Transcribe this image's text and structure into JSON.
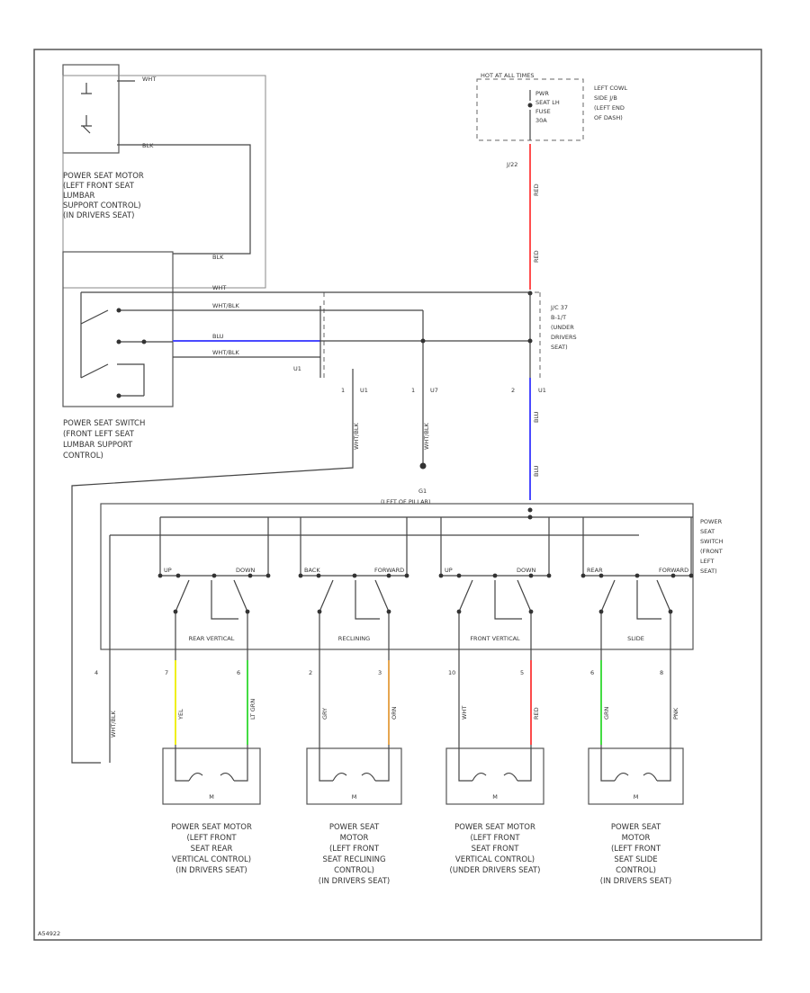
{
  "labels": {
    "fuse_title": "HOT AT ALL TIMES",
    "fuse_name_lines": [
      "PWR",
      "SEAT LH",
      "FUSE",
      "30A"
    ],
    "fuse_loc_lines": [
      "LEFT COWL",
      "SIDE J/B",
      "(LEFT END",
      "OF DASH)"
    ],
    "fuse_pin": "J/22",
    "junction_lines": [
      "J/C 37",
      "B-1/T",
      "(UNDER",
      "DRIVERS",
      "SEAT)"
    ],
    "lumbar_motor_lines": [
      "POWER SEAT MOTOR",
      "(LEFT FRONT SEAT",
      "LUMBAR",
      "SUPPORT CONTROL)",
      "(IN DRIVERS SEAT)"
    ],
    "lumbar_switch_lines": [
      "POWER SEAT SWITCH",
      "(FRONT LEFT SEAT",
      "LUMBAR SUPPORT",
      "CONTROL)"
    ],
    "main_switch_lines": [
      "POWER",
      "SEAT",
      "SWITCH",
      "(FRONT",
      "LEFT",
      "SEAT)"
    ],
    "ground_label": "G1",
    "ground_sub": "(LEFT OF PILLAR)",
    "footer": "A54922"
  },
  "wires": {
    "fuse_upper": "RED",
    "fuse_lower": "RED",
    "jc_down_upper": "BLU",
    "jc_down_lower": "BLU",
    "lumbar_upper": "WHT",
    "lumbar_lower": "BLK",
    "blk_top": "BLK",
    "wht_mid": "WHT",
    "wht_blk": "WHT/BLK",
    "blu_mid": "BLU",
    "wht_blk_2": "WHT/BLK",
    "drop1": "WHT/BLK",
    "drop2": "WHT/BLK",
    "far_left": "WHT/BLK"
  },
  "pins": {
    "p1": "1",
    "p2": "1",
    "p3": "2",
    "u1": "U1",
    "u2": "U1",
    "u3": "U7",
    "u4": "U1"
  },
  "sections": [
    {
      "name": "REAR VERTICAL",
      "pin_a": "7",
      "pin_b": "6",
      "wire_a": "YEL",
      "wire_b": "LT GRN",
      "sw_a": "UP",
      "sw_b": "DOWN"
    },
    {
      "name": "RECLINING",
      "pin_a": "2",
      "pin_b": "3",
      "wire_a": "GRY",
      "wire_b": "ORN",
      "sw_a": "BACK",
      "sw_b": "FORWARD"
    },
    {
      "name": "FRONT VERTICAL",
      "pin_a": "10",
      "pin_b": "5",
      "wire_a": "WHT",
      "wire_b": "RED",
      "sw_a": "UP",
      "sw_b": "DOWN"
    },
    {
      "name": "SLIDE",
      "pin_a": "6",
      "pin_b": "8",
      "wire_a": "GRN",
      "wire_b": "PNK",
      "sw_a": "REAR",
      "sw_b": "FORWARD"
    }
  ],
  "far_left_pin": "4",
  "motors": [
    {
      "lines": [
        "POWER SEAT MOTOR",
        "(LEFT FRONT",
        "SEAT REAR",
        "VERTICAL CONTROL)",
        "(IN DRIVERS SEAT)"
      ]
    },
    {
      "lines": [
        "POWER SEAT",
        "MOTOR",
        "(LEFT FRONT",
        "SEAT RECLINING",
        "CONTROL)",
        "(IN DRIVERS SEAT)"
      ]
    },
    {
      "lines": [
        "POWER SEAT MOTOR",
        "(LEFT FRONT",
        "SEAT FRONT",
        "VERTICAL CONTROL)",
        "(UNDER DRIVERS SEAT)"
      ]
    },
    {
      "lines": [
        "POWER SEAT",
        "MOTOR",
        "(LEFT FRONT",
        "SEAT SLIDE",
        "CONTROL)",
        "(IN DRIVERS SEAT)"
      ]
    }
  ],
  "motor_symbol": "M",
  "colors": {
    "red": "#ff3b3b",
    "blue": "#4a4aff",
    "yellow": "#f2f200",
    "green": "#33dd33",
    "orange": "#e8a040"
  }
}
